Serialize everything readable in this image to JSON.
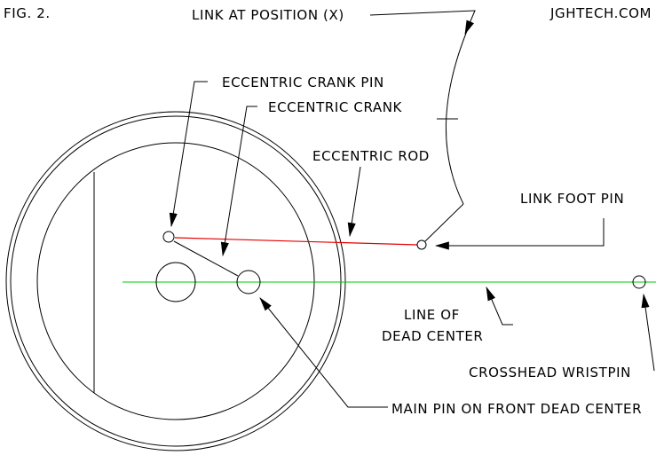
{
  "figure": {
    "label": "FIG. 2.",
    "credit": "JGHTECH.COM"
  },
  "labels": {
    "link_at_position": "LINK AT POSITION (X)",
    "eccentric_crank_pin": "ECCENTRIC CRANK PIN",
    "eccentric_crank": "ECCENTRIC CRANK",
    "eccentric_rod": "ECCENTRIC ROD",
    "link_foot_pin": "LINK FOOT PIN",
    "line_of_dead_center_1": "LINE OF",
    "line_of_dead_center_2": "DEAD CENTER",
    "crosshead_wristpin": "CROSSHEAD WRISTPIN",
    "main_pin": "MAIN PIN ON FRONT DEAD CENTER"
  },
  "colors": {
    "line": "#000000",
    "eccentric_rod": "#e60000",
    "dead_center_line": "#00cc00",
    "background": "#ffffff"
  }
}
